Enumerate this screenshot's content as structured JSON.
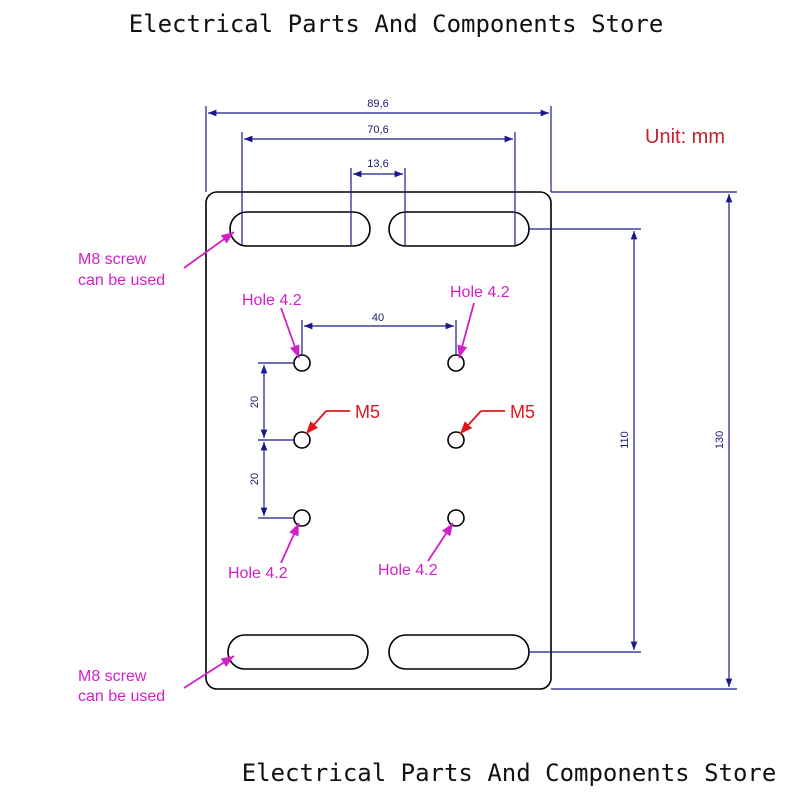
{
  "store_name_top": "Electrical Parts And Components Store",
  "store_name_bottom": "Electrical Parts And Components Store",
  "unit_label": "Unit: mm",
  "dimensions": {
    "total_width": "89,6",
    "slot_span": "70,6",
    "slot_gap": "13,6",
    "hole_spacing_x": "40",
    "hole_spacing_y_upper": "20",
    "hole_spacing_y_lower": "20",
    "slot_vertical": "110",
    "total_height": "130"
  },
  "annotations": {
    "m8_top_line1": "M8 screw",
    "m8_top_line2": "can be used",
    "m8_bottom_line1": "M8 screw",
    "m8_bottom_line2": "can be used",
    "hole_top_left": "Hole 4.2",
    "hole_top_right": "Hole 4.2",
    "hole_bottom_left": "Hole 4.2",
    "hole_bottom_right": "Hole 4.2",
    "m5_left": "M5",
    "m5_right": "M5"
  },
  "colors": {
    "dimension": "#1a1a8c",
    "annotation_pink": "#d21fc8",
    "annotation_red": "#e0161e",
    "unit_text": "#c81e28"
  }
}
